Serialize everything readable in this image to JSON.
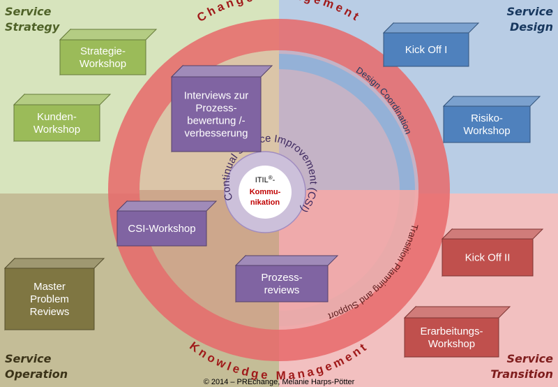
{
  "quadrants": {
    "strategy": {
      "line1": "Service",
      "line2": "Strategy",
      "color": "#d7e4bd"
    },
    "design": {
      "line1": "Service",
      "line2": "Design",
      "color": "#b9cde5"
    },
    "operation": {
      "line1": "Service",
      "line2": "Operation",
      "color": "#c4bd97"
    },
    "transition": {
      "line1": "Service",
      "line2": "Transition",
      "color": "#f2c0c0"
    }
  },
  "ring": {
    "top": "Change Management",
    "bottom": "Knowledge Management",
    "color": "#e8696a"
  },
  "inner_arcs": {
    "design": "Design Coordination",
    "transition": "Transition Planning and Support"
  },
  "csi": {
    "ring_text": "Continual Service Improvement (CSI)",
    "center_line1": "ITIL",
    "center_sup": "®",
    "center_dash": "-",
    "center_line2": "Kommu-",
    "center_line3": "nikation"
  },
  "boxes": {
    "strategie_workshop": [
      "Strategie-",
      "Workshop"
    ],
    "kunden_workshop": [
      "Kunden-",
      "Workshop"
    ],
    "interviews": [
      "Interviews zur",
      "Prozess-",
      "bewertung /-",
      "verbesserung"
    ],
    "kickoff1": [
      "Kick Off I"
    ],
    "risiko_workshop": [
      "Risiko-",
      "Workshop"
    ],
    "csi_workshop": [
      "CSI-Workshop"
    ],
    "prozessreviews": [
      "Prozess-",
      "reviews"
    ],
    "kickoff2": [
      "Kick Off II"
    ],
    "master_problem": [
      "Master",
      "Problem",
      "Reviews"
    ],
    "erarbeitung_workshop": [
      "Erarbeitungs-",
      "Workshop"
    ]
  },
  "colors": {
    "green": "#9bbb59",
    "blue": "#4f81bd",
    "purple": "#8064a2",
    "red": "#c0504d",
    "olive": "#7f7642",
    "label_green": "#4f6228",
    "label_blue": "#17375e",
    "label_brown": "#3b3318",
    "label_red": "#7f1d1d",
    "kommunikation": "#c00000"
  },
  "copyright": "© 2014 – PREchange, Melanie Harps-Pötter"
}
